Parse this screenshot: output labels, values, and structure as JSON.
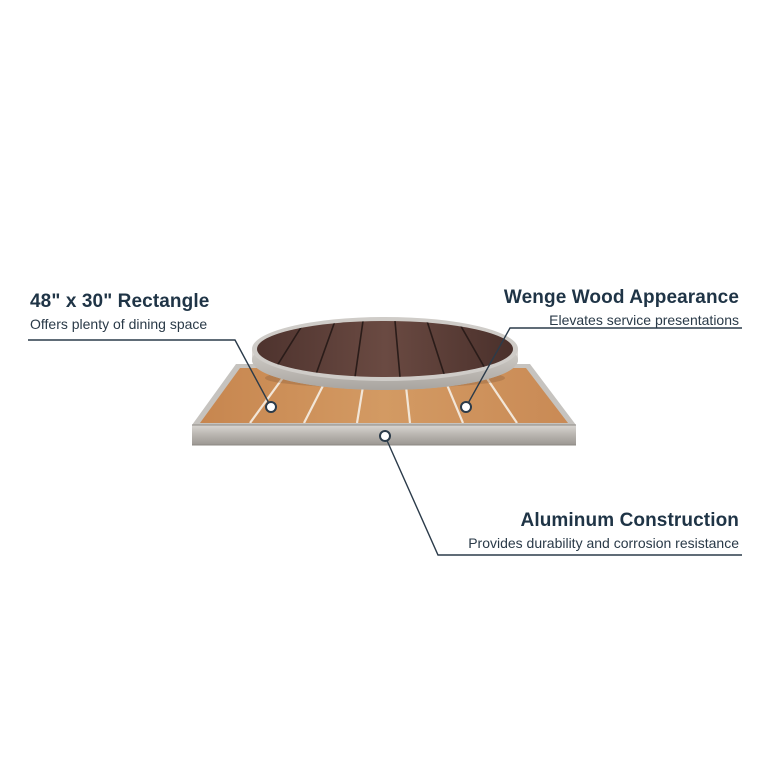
{
  "callouts": {
    "rectangle": {
      "title": "48\" x 30\" Rectangle",
      "desc": "Offers plenty of dining space"
    },
    "wenge": {
      "title": "Wenge Wood Appearance",
      "desc": "Elevates service presentations"
    },
    "aluminum": {
      "title": "Aluminum Construction",
      "desc": "Provides durability and corrosion resistance"
    }
  },
  "colors": {
    "text": "#1f3446",
    "leader_line": "#2b3b4a",
    "teak": "#c98a55",
    "wenge": "#5a3a33",
    "aluminum": "#b9b6b2"
  }
}
